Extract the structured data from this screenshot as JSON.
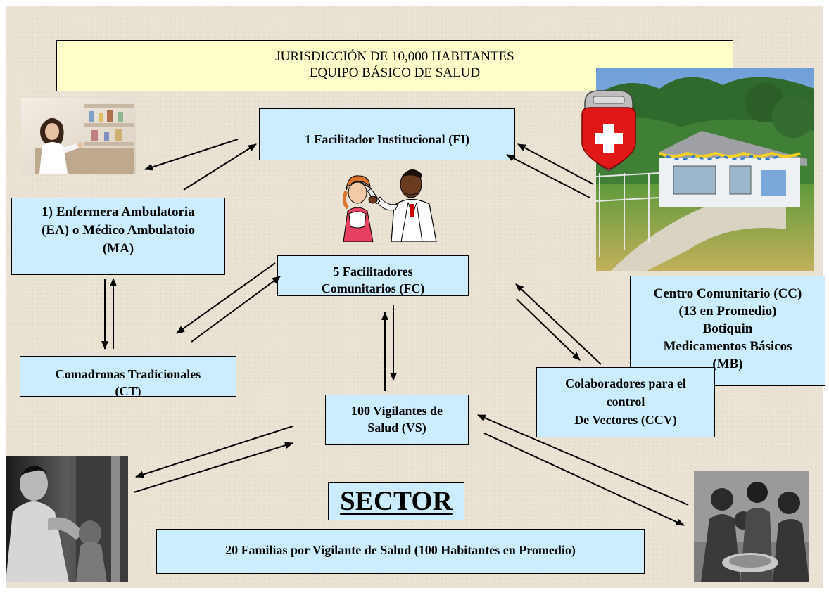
{
  "title": {
    "line1": "JURISDICCIÓN DE 10,000 HABITANTES",
    "line2": "EQUIPO BÁSICO DE SALUD"
  },
  "boxes": {
    "fi": "1 Facilitador Institucional  (FI)",
    "ea_l1": "1) Enfermera Ambulatoria",
    "ea_l2": "(EA) o Médico Ambulatoio",
    "ea_l3": "(MA)",
    "fc_l1": "5 Facilitadores",
    "fc_l2": "Comunitarios (FC)",
    "ct_l1": "Comadronas  Tradicionales",
    "ct_l2": "(CT)",
    "cc_l1": "Centro Comunitario (CC)",
    "cc_l2": "(13 en Promedio)",
    "cc_l3": "Botiquin",
    "cc_l4": "Medicamentos Básicos",
    "cc_l5": "(MB)",
    "ccv_l1": "Colaboradores para el",
    "ccv_l2": "control",
    "ccv_l3": "De Vectores (CCV)",
    "vs_l1": "100 Vigilantes de",
    "vs_l2": "Salud (VS)",
    "sector": "SECTOR",
    "familias": "20 Familias por Vigilante de Salud (100 Habitantes en Promedio)"
  },
  "images": {
    "nurse": "nurse-photo",
    "vaccination": "vaccination-clipart",
    "health_post": "health-post-photo",
    "mother_child": "mother-child-photo",
    "families": "families-photo",
    "red_cross": "first-aid-bag-icon"
  },
  "colors": {
    "box_fill": "#ccecff",
    "title_fill": "#ffffcc",
    "background": "#e9e1d2"
  }
}
